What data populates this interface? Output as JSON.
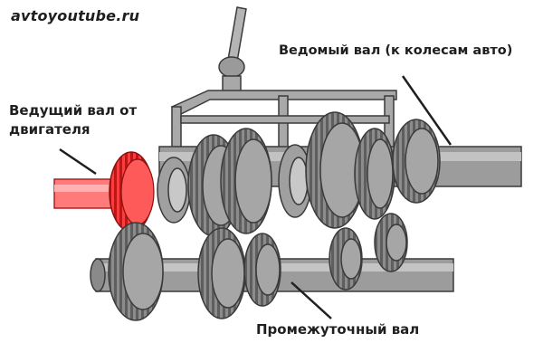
{
  "watermark": "avtoyoutube.ru",
  "labels": {
    "driven_shaft": "Ведомый вал (к колесам авто)",
    "driving_shaft_line1": "Ведущий вал от",
    "driving_shaft_line2": "двигателя",
    "intermediate_shaft": "Промежуточный вал"
  },
  "colors": {
    "input_shaft": "#ff7b7b",
    "input_gear": "#ff3b3b",
    "metal": "#9a9a9a",
    "metal_dark": "#5f5f5f",
    "outline": "#3a3a3a"
  }
}
